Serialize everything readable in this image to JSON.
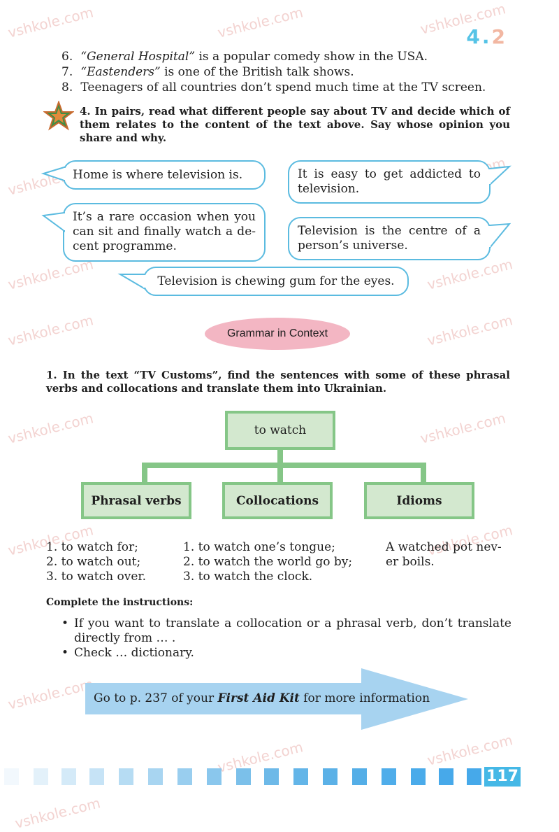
{
  "unit_label": {
    "main": "4",
    "sub": "2"
  },
  "statements": [
    {
      "num": "6.",
      "italic": "“General Hospital”",
      "rest": " is a popular comedy show in the USA."
    },
    {
      "num": "7.",
      "italic": "“Eastenders”",
      "rest": " is one of the British talk shows."
    },
    {
      "num": "8.",
      "italic": "",
      "rest": "Teenagers of all countries don’t spend much time at the TV screen."
    }
  ],
  "task4": "4. In pairs, read what different people say about TV and decide which of them relates to the content of the text above. Say whose opinion you share and why.",
  "bubbles": [
    "Home is where television is.",
    "It is easy to get addicted to television.",
    "It’s a rare occasion when you can sit and finally watch a de-cent programme.",
    "Television is the centre of a person’s universe.",
    "Television is chewing gum for the eyes."
  ],
  "section_title": "Grammar in Context",
  "task1": "1. In the text “TV Customs”, find the sentences with some of these phrasal verbs and collocations and translate them into Ukrainian.",
  "diagram": {
    "root": "to watch",
    "children": [
      "Phrasal verbs",
      "Collocations",
      "Idioms"
    ]
  },
  "lists": {
    "phrasal": [
      "1. to watch for;",
      "2. to watch out;",
      "3. to watch over."
    ],
    "collocations": [
      "1. to watch one’s tongue;",
      "2. to watch the world go by;",
      "3. to watch the clock."
    ],
    "idioms": [
      "A watched pot nev-",
      "er boils."
    ]
  },
  "complete_heading": "Complete the instructions:",
  "bullets": [
    "If you want to translate a collocation or a phrasal verb, don’t translate directly from … .",
    "Check … dictionary."
  ],
  "reference": {
    "before": "Go to p. 237 of your ",
    "bold": "First Aid Kit",
    "after": " for more information"
  },
  "page_number": "117",
  "watermark": "vshkole.com",
  "colors": {
    "bubble_border": "#5bbbe0",
    "diagram_green": "#85c687",
    "box_fill": "#d3e8cf",
    "pill": "#f3b6c3",
    "arrow": "#a7d3f0",
    "page_badge": "#45b8e6"
  }
}
